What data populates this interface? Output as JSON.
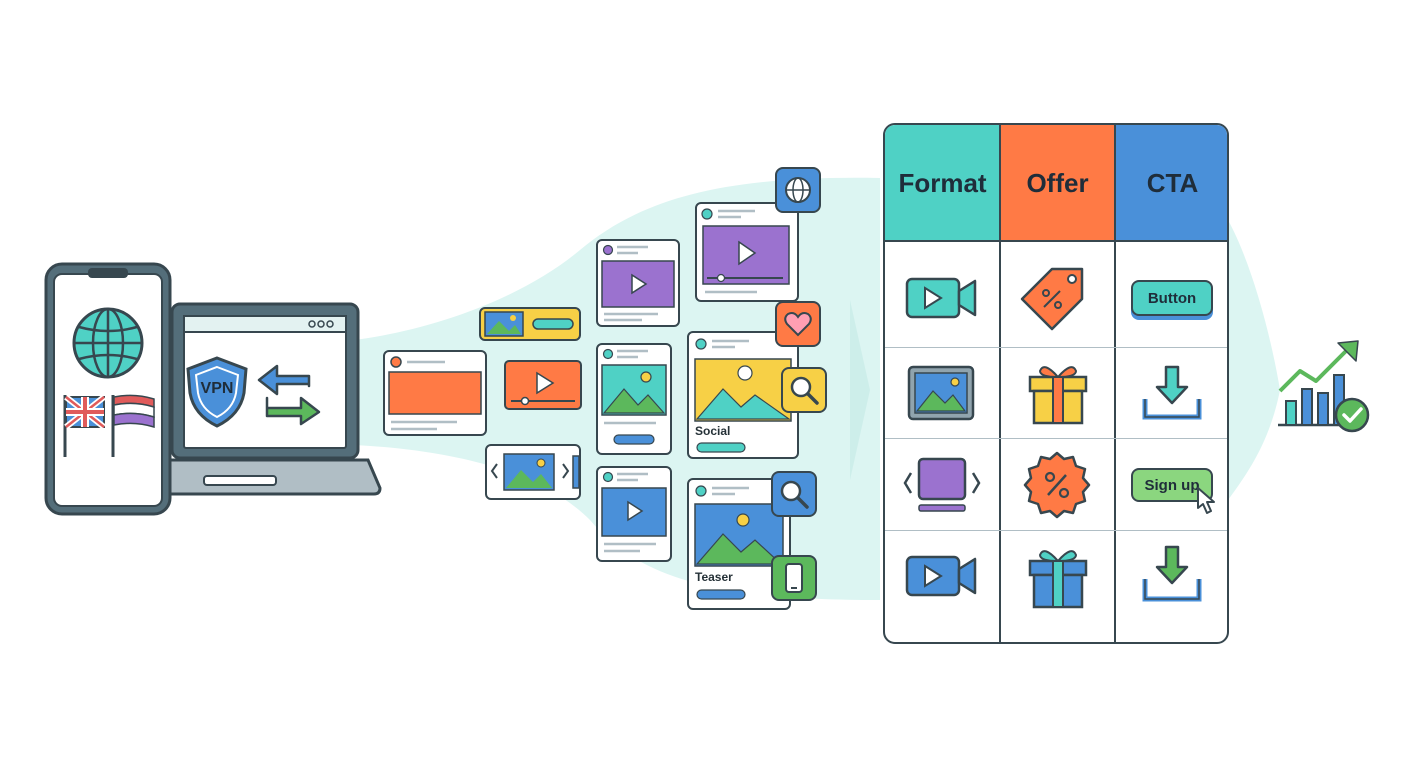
{
  "colors": {
    "teal": "#4fd1c5",
    "orange": "#ff7a45",
    "blue": "#4a90d9",
    "purple": "#9b72cf",
    "green": "#5cb85c",
    "yellow": "#f7d046",
    "flow": "#d9f4f1",
    "outline": "#37474f"
  },
  "source": {
    "vpn_label": "VPN",
    "icons": [
      "globe-icon",
      "uk-flag-icon",
      "nl-flag-icon",
      "vpn-shield-icon",
      "swap-arrows-icon"
    ]
  },
  "variants": {
    "social_label": "Social",
    "teaser_label": "Teaser",
    "badges": [
      "globe-icon",
      "heart-icon",
      "search-icon",
      "search-icon",
      "mobile-icon"
    ]
  },
  "matrix": {
    "headers": [
      "Format",
      "Offer",
      "CTA"
    ],
    "header_colors": [
      "#4fd1c5",
      "#ff7a45",
      "#4a90d9"
    ],
    "rows": [
      {
        "format": "video-icon",
        "offer": "price-tag-icon",
        "cta": "Button"
      },
      {
        "format": "image-icon",
        "offer": "gift-icon",
        "cta": "download-icon"
      },
      {
        "format": "carousel-icon",
        "offer": "discount-badge-icon",
        "cta": "Sign up"
      },
      {
        "format": "video-icon",
        "offer": "gift-icon",
        "cta": "download-icon"
      }
    ]
  },
  "result": {
    "icons": [
      "growth-chart-icon",
      "check-circle-icon"
    ]
  }
}
